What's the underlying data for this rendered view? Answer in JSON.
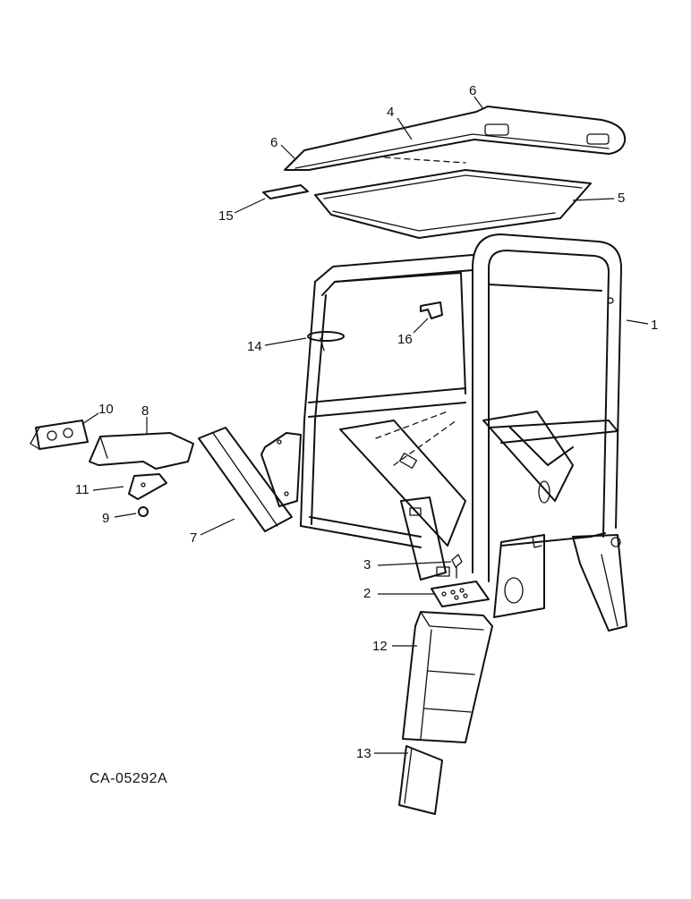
{
  "figure": {
    "reference_code": "CA-05292A",
    "callouts": [
      "1",
      "2",
      "3",
      "4",
      "5",
      "6",
      "6",
      "7",
      "8",
      "9",
      "10",
      "11",
      "12",
      "13",
      "14",
      "15",
      "16"
    ]
  }
}
